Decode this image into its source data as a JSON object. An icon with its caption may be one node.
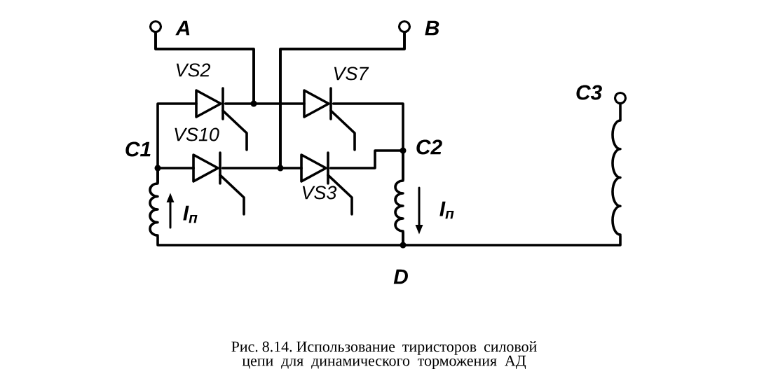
{
  "diagram": {
    "caption": "Рис. 8.14. Использование тиристоров силовой цепи для динамического торможения АД",
    "nodes": [
      {
        "text": [],
        "shape": "circle",
        "beside": [
          "A"
        ]
      },
      {
        "text": [],
        "shape": "circle",
        "beside": [
          "B"
        ]
      },
      {
        "text": [
          "VS2"
        ]
      },
      {
        "text": [
          "VS7"
        ]
      },
      {
        "text": [],
        "shape": "circle",
        "beside": [
          "C3"
        ]
      },
      {
        "text": [
          "VS10"
        ]
      },
      {
        "text": [
          "VS3"
        ]
      },
      {
        "text": [],
        "shape": "coil",
        "beside": [
          "I$_{п}$"
        ]
      },
      {
        "text": [],
        "shape": "coil",
        "beside": [
          "I$_{п}$"
        ]
      },
      {
        "text": [],
        "shape": "coil"
      }
    ],
    "edges": [
      {
        "from": 0,
        "to": 2,
        "arrow": "none"
      },
      {
        "from": 0,
        "to": 3,
        "arrow": "none"
      },
      {
        "from": 1,
        "to": 5,
        "arrow": "none"
      },
      {
        "from": 1,
        "to": 6,
        "arrow": "none"
      },
      {
        "from": 2,
        "to": 7,
        "arrow": "none"
      },
      {
        "from": 5,
        "to": 7,
        "arrow": "none"
      },
      {
        "from": 3,
        "to": 8,
        "arrow": "none"
      },
      {
        "from": 6,
        "to": 8,
        "arrow": "none"
      },
      {
        "from": 7,
        "to": 8,
        "arrow": "none"
      },
      {
        "from": 8,
        "to": 9,
        "arrow": "none"
      },
      {
        "from": 4,
        "to": 9,
        "arrow": "none"
      }
    ],
    "labels": [
      "C1",
      "C2",
      "D"
    ]
  }
}
